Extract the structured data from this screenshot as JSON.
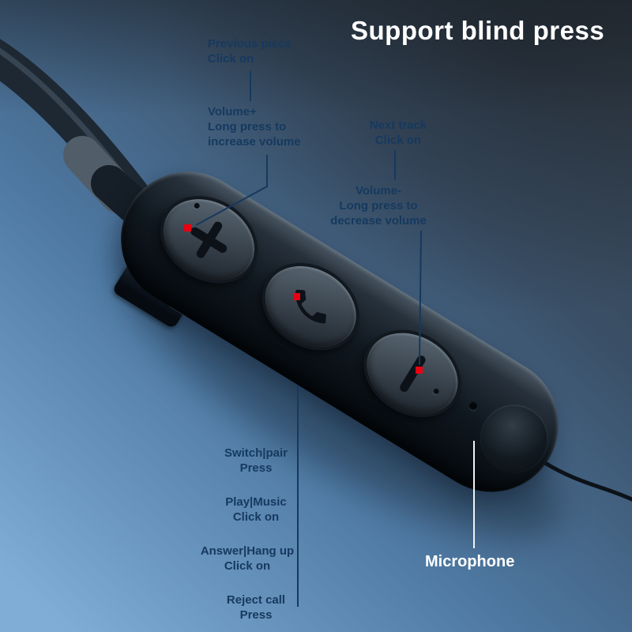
{
  "title": "Support blind press",
  "labels": {
    "previous_piece": "Previous piece\nClick on",
    "volume_plus": "Volume+\nLong press to\nincrease volume",
    "next_track": "Next track\nClick on",
    "volume_minus": "Volume-\nLong press to\ndecrease volume",
    "switch_pair": "Switch|pair\nPress",
    "play_music": "Play|Music\nClick on",
    "answer_hangup": "Answer|Hang up\nClick on",
    "reject_call": "Reject call\nPress",
    "microphone": "Microphone"
  },
  "device": {
    "buttons": [
      {
        "icon": "plus-icon",
        "meaning": "Volume+ / Previous piece"
      },
      {
        "icon": "phone-icon",
        "meaning": "Multifunction call button"
      },
      {
        "icon": "minus-icon",
        "meaning": "Volume- / Next track"
      }
    ],
    "marks": {
      "press_point": "red-square",
      "microphone": "mic-hole-dot"
    }
  },
  "colors": {
    "accent_red": "#e60012",
    "label_navy": "#16395f",
    "title_white": "#ffffff",
    "background_blue": "#4e79a3"
  }
}
